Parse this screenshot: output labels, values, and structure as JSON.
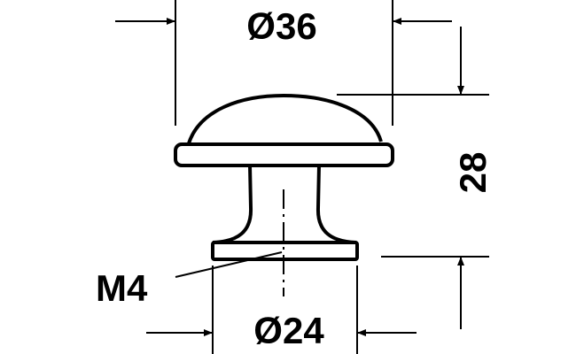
{
  "drawing": {
    "top_diameter": "Ø36",
    "height": "28",
    "bottom_diameter": "Ø24",
    "thread": "M4"
  },
  "colors": {
    "line": "#000000",
    "background": "#ffffff"
  }
}
